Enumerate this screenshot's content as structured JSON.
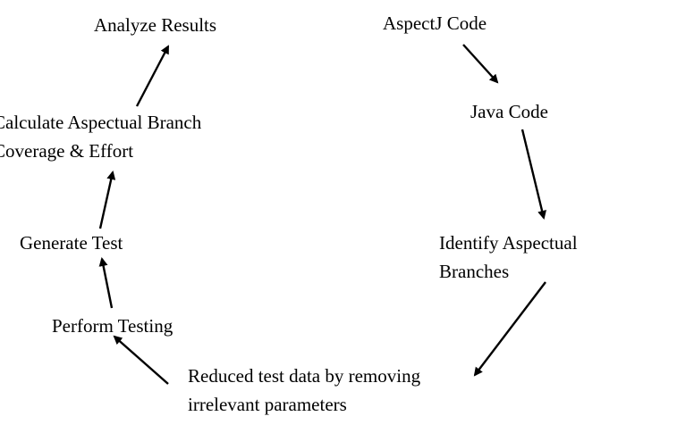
{
  "diagram": {
    "nodes": {
      "aspectj_code": "AspectJ Code",
      "java_code": "Java Code",
      "identify_branches": [
        "Identify Aspectual",
        "Branches"
      ],
      "reduced_test_data": [
        "Reduced test data by removing",
        "irrelevant parameters"
      ],
      "perform_testing": "Perform Testing",
      "generate_test": "Generate Test",
      "calculate_coverage": [
        "Calculate Aspectual Branch",
        "Coverage & Effort"
      ],
      "analyze_results": "Analyze Results"
    },
    "flow": [
      [
        "aspectj_code",
        "java_code"
      ],
      [
        "java_code",
        "identify_branches"
      ],
      [
        "identify_branches",
        "reduced_test_data"
      ],
      [
        "reduced_test_data",
        "perform_testing"
      ],
      [
        "perform_testing",
        "generate_test"
      ],
      [
        "generate_test",
        "calculate_coverage"
      ],
      [
        "calculate_coverage",
        "analyze_results"
      ]
    ],
    "colors": {
      "text": "#000000",
      "arrow": "#000000",
      "background": "#ffffff"
    }
  }
}
